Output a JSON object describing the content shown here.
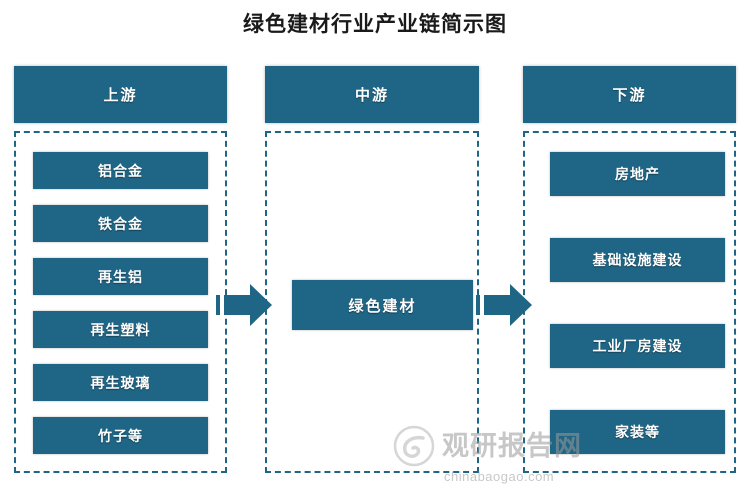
{
  "title": "绿色建材行业产业链简示图",
  "colors": {
    "primary": "#1f6585",
    "box_text": "#ffffff",
    "dash_border": "#1f6585",
    "background": "#ffffff",
    "watermark": "#9a9a9a"
  },
  "columns": [
    {
      "key": "upstream",
      "header": "上游",
      "items": [
        {
          "label": "铝合金"
        },
        {
          "label": "铁合金"
        },
        {
          "label": "再生铝"
        },
        {
          "label": "再生塑料"
        },
        {
          "label": "再生玻璃"
        },
        {
          "label": "竹子等"
        }
      ]
    },
    {
      "key": "midstream",
      "header": "中游",
      "items": [
        {
          "label": "绿色建材"
        }
      ]
    },
    {
      "key": "downstream",
      "header": "下游",
      "items": [
        {
          "label": "房地产"
        },
        {
          "label": "基础设施建设"
        },
        {
          "label": "工业厂房建设"
        },
        {
          "label": "家装等"
        }
      ]
    }
  ],
  "arrows": [
    {
      "name": "arrow-upstream-to-midstream",
      "direction": "right"
    },
    {
      "name": "arrow-midstream-to-downstream",
      "direction": "right"
    }
  ],
  "watermark": {
    "brand": "观研报告网",
    "site": "chinabaogao.com"
  }
}
